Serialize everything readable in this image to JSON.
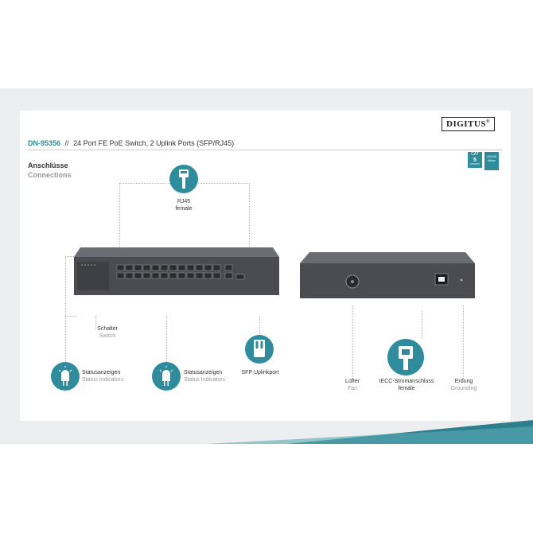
{
  "brand": {
    "logo": "DIGITUS",
    "reg_mark": "®"
  },
  "header": {
    "model": "DN-95356",
    "separator": "//",
    "description": "24 Port FE PoE Switch, 2 Uplink Ports (SFP/RJ45)"
  },
  "badges": {
    "cat": {
      "top": "CAT",
      "num": "5",
      "bottom": "ANSI/TIA"
    },
    "speed": {
      "top": "10/100",
      "bottom": "Mbps"
    }
  },
  "section": {
    "title": "Anschlüsse",
    "subtitle": "Connections"
  },
  "callouts": {
    "rj45": {
      "line1": "RJ45",
      "line2": "female"
    },
    "switch": {
      "de": "Schalter",
      "en": "Switch"
    },
    "status1": {
      "de": "Statusanzeigen",
      "en": "Status Indicators"
    },
    "status2": {
      "de": "Statusanzeigen",
      "en": "Status Indicators"
    },
    "sfp": {
      "de": "SFP Uplinkport"
    },
    "fan": {
      "de": "Lüfter",
      "en": "Fan"
    },
    "power": {
      "de": "IECC-Stromanschluss",
      "en": "female"
    },
    "ground": {
      "de": "Erdung",
      "en": "Grounding"
    }
  },
  "colors": {
    "accent": "#2f8c9c",
    "stripe": "#2d7f8e",
    "device": "#4a4c4f"
  },
  "icons": [
    "rj45-connector-icon",
    "led-indicator-icon",
    "sfp-module-icon",
    "power-plug-icon",
    "fan-icon"
  ]
}
